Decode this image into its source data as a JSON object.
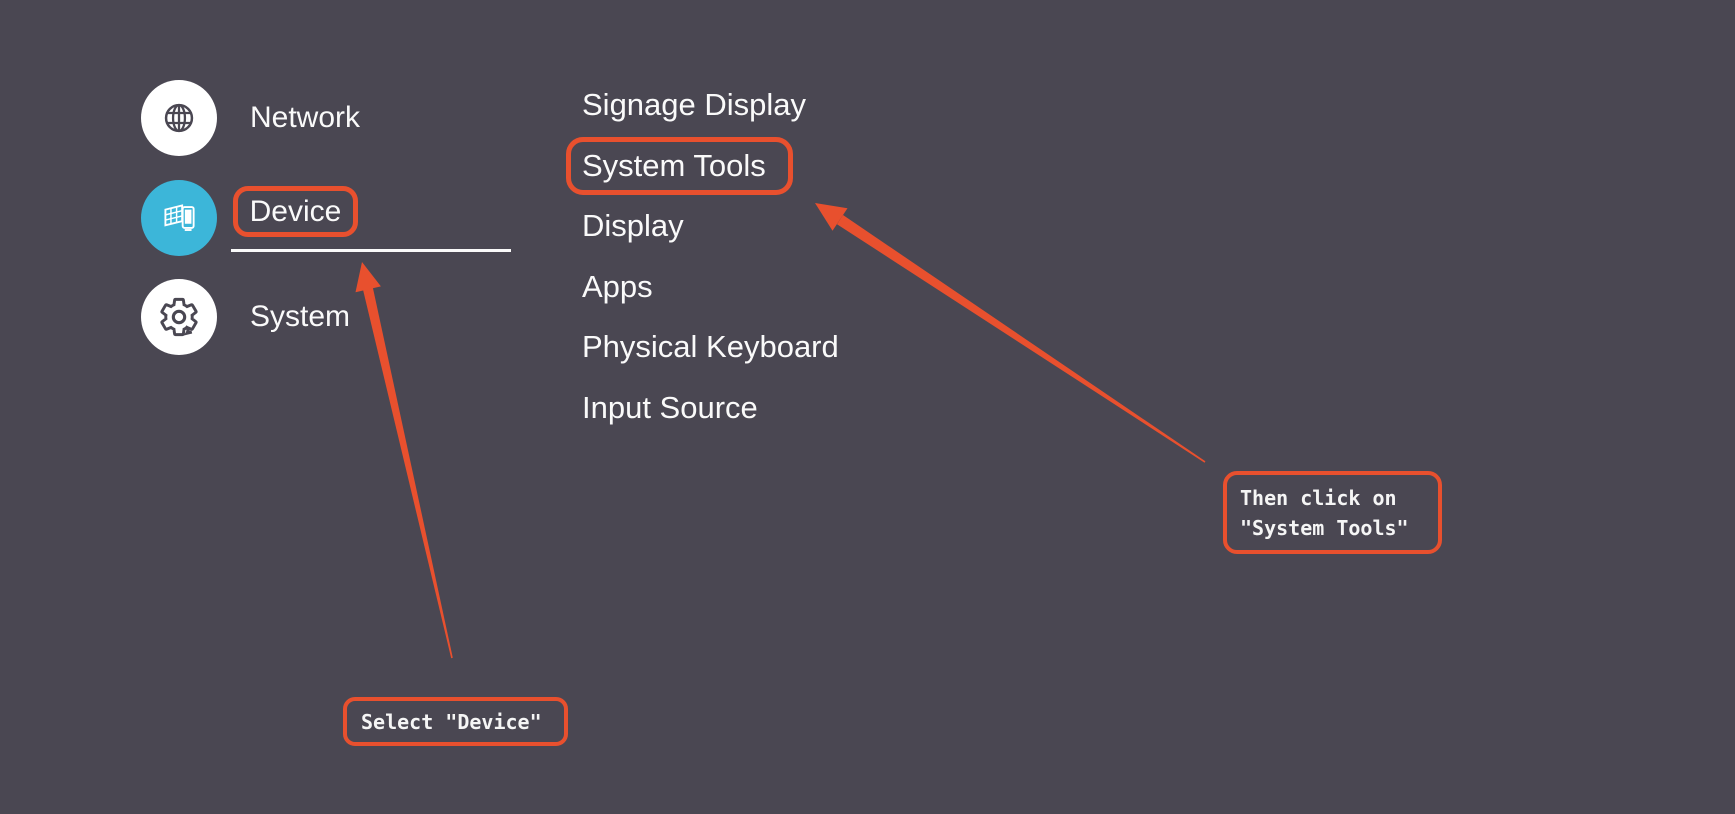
{
  "sidebar": {
    "items": [
      {
        "label": "Network",
        "icon": "globe-icon",
        "selected": false
      },
      {
        "label": "Device",
        "icon": "device-icon",
        "selected": true
      },
      {
        "label": "System",
        "icon": "gear-icon",
        "selected": false
      }
    ]
  },
  "menu": {
    "items": [
      {
        "label": "Signage Display",
        "highlighted": false
      },
      {
        "label": "System Tools",
        "highlighted": true
      },
      {
        "label": "Display",
        "highlighted": false
      },
      {
        "label": "Apps",
        "highlighted": false
      },
      {
        "label": "Physical Keyboard",
        "highlighted": false
      },
      {
        "label": "Input Source",
        "highlighted": false
      }
    ]
  },
  "annotations": {
    "select_device": "Select \"Device\"",
    "then_click_line1": "Then click on",
    "then_click_line2": "\"System Tools\""
  },
  "colors": {
    "background": "#4a4752",
    "accent": "#e8502e",
    "device_icon_circle": "#3cb6d9",
    "icon_circle": "#ffffff",
    "text": "#fafafa"
  }
}
